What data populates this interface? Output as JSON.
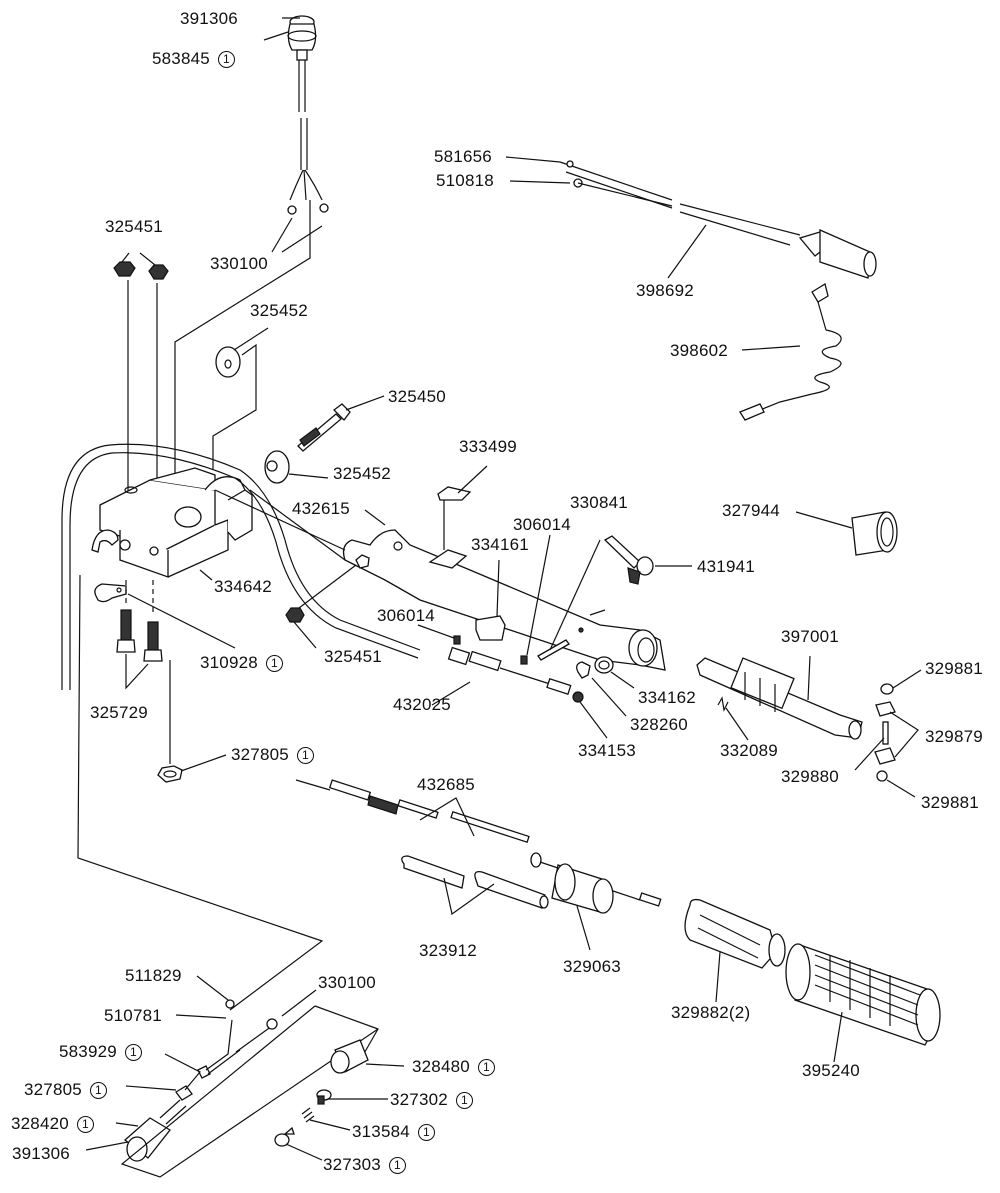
{
  "diagram": {
    "type": "exploded parts diagram",
    "note_symbol": "1",
    "labels": [
      {
        "id": "l01",
        "part": "391306",
        "note": ""
      },
      {
        "id": "l02",
        "part": "583845",
        "note": "1"
      },
      {
        "id": "l03",
        "part": "325451",
        "note": ""
      },
      {
        "id": "l04",
        "part": "330100",
        "note": ""
      },
      {
        "id": "l05",
        "part": "325452",
        "note": ""
      },
      {
        "id": "l06",
        "part": "325450",
        "note": ""
      },
      {
        "id": "l07",
        "part": "325452",
        "note": ""
      },
      {
        "id": "l08",
        "part": "581656",
        "note": ""
      },
      {
        "id": "l09",
        "part": "510818",
        "note": ""
      },
      {
        "id": "l10",
        "part": "398692",
        "note": ""
      },
      {
        "id": "l11",
        "part": "398602",
        "note": ""
      },
      {
        "id": "l12",
        "part": "333499",
        "note": ""
      },
      {
        "id": "l13",
        "part": "330841",
        "note": ""
      },
      {
        "id": "l14",
        "part": "432615",
        "note": ""
      },
      {
        "id": "l15",
        "part": "306014",
        "note": ""
      },
      {
        "id": "l16",
        "part": "334161",
        "note": ""
      },
      {
        "id": "l17",
        "part": "327944",
        "note": ""
      },
      {
        "id": "l18",
        "part": "431941",
        "note": ""
      },
      {
        "id": "l19",
        "part": "334642",
        "note": ""
      },
      {
        "id": "l20",
        "part": "306014",
        "note": ""
      },
      {
        "id": "l21",
        "part": "310928",
        "note": "1"
      },
      {
        "id": "l22",
        "part": "325451",
        "note": ""
      },
      {
        "id": "l23",
        "part": "397001",
        "note": ""
      },
      {
        "id": "l24",
        "part": "329881",
        "note": ""
      },
      {
        "id": "l25",
        "part": "334162",
        "note": ""
      },
      {
        "id": "l26",
        "part": "432025",
        "note": ""
      },
      {
        "id": "l27",
        "part": "328260",
        "note": ""
      },
      {
        "id": "l28",
        "part": "325729",
        "note": ""
      },
      {
        "id": "l29",
        "part": "334153",
        "note": ""
      },
      {
        "id": "l30",
        "part": "332089",
        "note": ""
      },
      {
        "id": "l31",
        "part": "329879",
        "note": ""
      },
      {
        "id": "l32",
        "part": "329880",
        "note": ""
      },
      {
        "id": "l33",
        "part": "327805",
        "note": "1"
      },
      {
        "id": "l34",
        "part": "329881",
        "note": ""
      },
      {
        "id": "l35",
        "part": "432685",
        "note": ""
      },
      {
        "id": "l36",
        "part": "323912",
        "note": ""
      },
      {
        "id": "l37",
        "part": "329063",
        "note": ""
      },
      {
        "id": "l38",
        "part": "329882(2)",
        "note": ""
      },
      {
        "id": "l39",
        "part": "511829",
        "note": ""
      },
      {
        "id": "l40",
        "part": "330100",
        "note": ""
      },
      {
        "id": "l41",
        "part": "510781",
        "note": ""
      },
      {
        "id": "l42",
        "part": "583929",
        "note": "1"
      },
      {
        "id": "l43",
        "part": "328480",
        "note": "1"
      },
      {
        "id": "l44",
        "part": "327805",
        "note": "1"
      },
      {
        "id": "l45",
        "part": "395240",
        "note": ""
      },
      {
        "id": "l46",
        "part": "327302",
        "note": "1"
      },
      {
        "id": "l47",
        "part": "328420",
        "note": "1"
      },
      {
        "id": "l48",
        "part": "313584",
        "note": "1"
      },
      {
        "id": "l49",
        "part": "391306",
        "note": ""
      },
      {
        "id": "l50",
        "part": "327303",
        "note": "1"
      }
    ]
  }
}
